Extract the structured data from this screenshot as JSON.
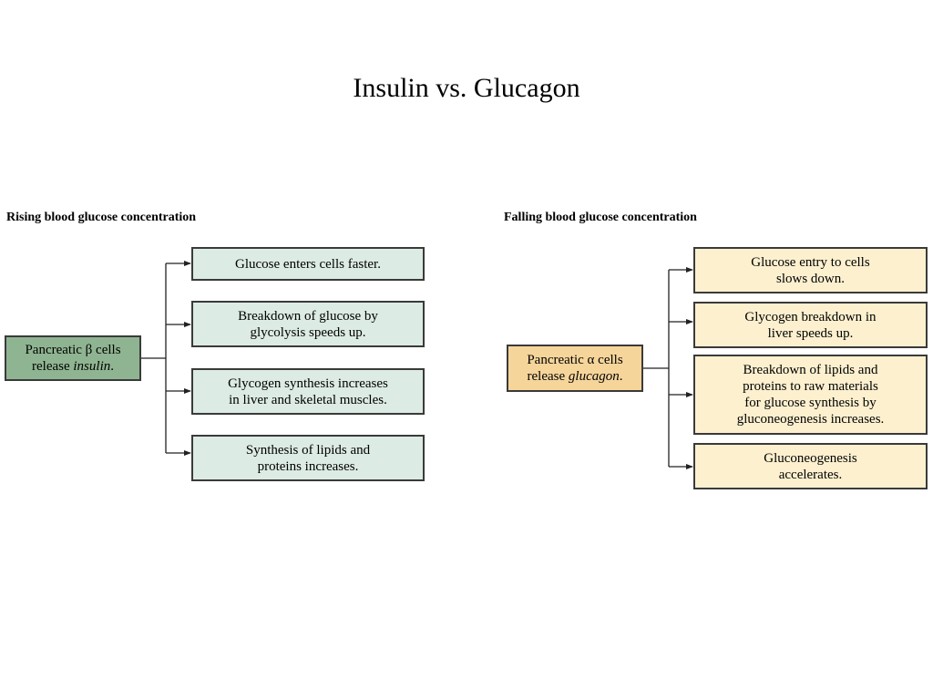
{
  "title": "Insulin vs. Glucagon",
  "left": {
    "heading": "Rising blood glucose concentration",
    "source_line1": "Pancreatic β cells",
    "source_line2_prefix": "release ",
    "source_line2_em": "insulin",
    "source_line2_suffix": ".",
    "effects": [
      "Glucose enters cells faster.",
      "Breakdown of glucose by\nglycolysis speeds up.",
      "Glycogen synthesis increases\nin liver and skeletal muscles.",
      "Synthesis of lipids and\nproteins increases."
    ]
  },
  "right": {
    "heading": "Falling blood glucose concentration",
    "source_line1": "Pancreatic α cells",
    "source_line2_prefix": "release ",
    "source_line2_em": "glucagon",
    "source_line2_suffix": ".",
    "effects": [
      "Glucose entry to cells\nslows down.",
      "Glycogen breakdown in\nliver speeds up.",
      "Breakdown of lipids and\nproteins to raw materials\nfor glucose synthesis by\ngluconeogenesis increases.",
      "Gluconeogenesis\naccelerates."
    ]
  },
  "colors": {
    "insulin_source": "#8fb491",
    "insulin_effect": "#dcebe3",
    "glucagon_source": "#f6d59b",
    "glucagon_effect": "#fdf0cf",
    "border": "#3a3a3a"
  }
}
